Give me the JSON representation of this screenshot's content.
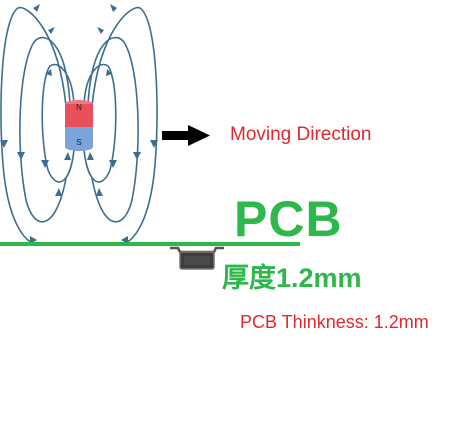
{
  "magnet": {
    "north_label": "N",
    "south_label": "S",
    "north_color": "#e8515b",
    "south_color": "#7aa4dc"
  },
  "arrow": {
    "label": "Moving Direction",
    "label_color": "#e0282e",
    "icon": "right-arrow-icon"
  },
  "pcb": {
    "title": "PCB",
    "title_color": "#2db84b",
    "board_color": "#2db84b"
  },
  "thickness": {
    "cn_label": "厚度1.2mm",
    "cn_color": "#2db84b",
    "en_label": "PCB Thinkness: 1.2mm",
    "en_color": "#e0282e"
  },
  "field_line_color": "#3c6f8f"
}
